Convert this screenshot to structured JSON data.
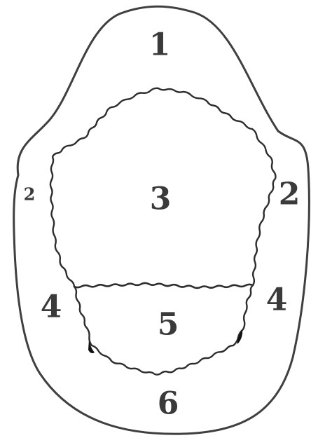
{
  "labels": {
    "region_1": "1",
    "region_2_left": "2",
    "region_2_right": "2",
    "region_3": "3",
    "region_4_left": "4",
    "region_4_right": "4",
    "region_5": "5",
    "region_6": "6"
  },
  "colors": {
    "background": "#ffffff",
    "line": "#3f3f3f"
  }
}
